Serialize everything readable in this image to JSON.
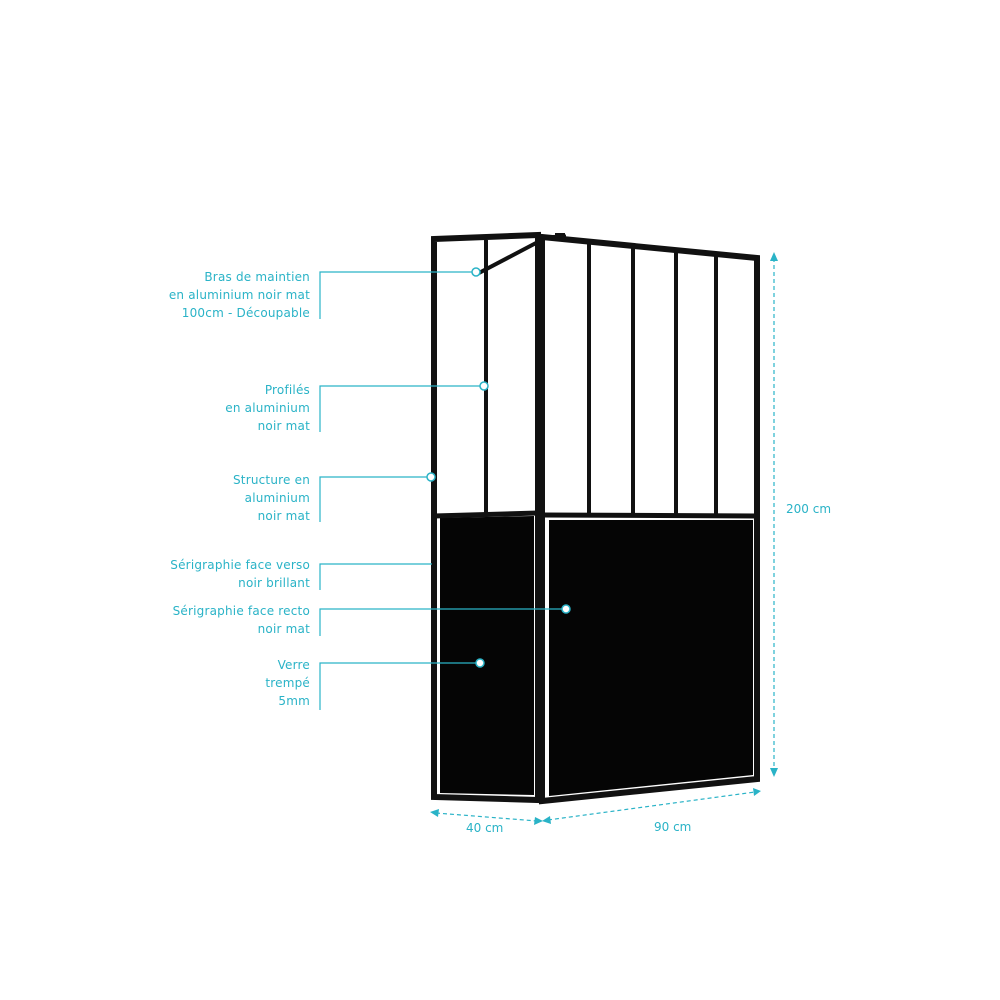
{
  "colors": {
    "accent": "#2ab3c7",
    "frame": "#111111",
    "glass_top": "#ffffff",
    "glass_bottom": "#050505"
  },
  "callouts": [
    {
      "id": "bras",
      "lines": [
        "Bras de maintien",
        "en aluminium noir mat",
        "100cm - Découpable"
      ]
    },
    {
      "id": "profiles",
      "lines": [
        "Profilés",
        "en aluminium",
        "noir mat"
      ]
    },
    {
      "id": "structure",
      "lines": [
        "Structure en",
        "aluminium",
        "noir mat"
      ]
    },
    {
      "id": "serigraphie-verso",
      "lines": [
        "Sérigraphie face verso",
        "noir brillant"
      ]
    },
    {
      "id": "serigraphie-recto",
      "lines": [
        "Sérigraphie face recto",
        "noir mat"
      ]
    },
    {
      "id": "verre",
      "lines": [
        "Verre",
        "trempé",
        "5mm"
      ]
    }
  ],
  "dimensions": {
    "height": "200 cm",
    "depth": "40 cm",
    "width": "90 cm"
  }
}
